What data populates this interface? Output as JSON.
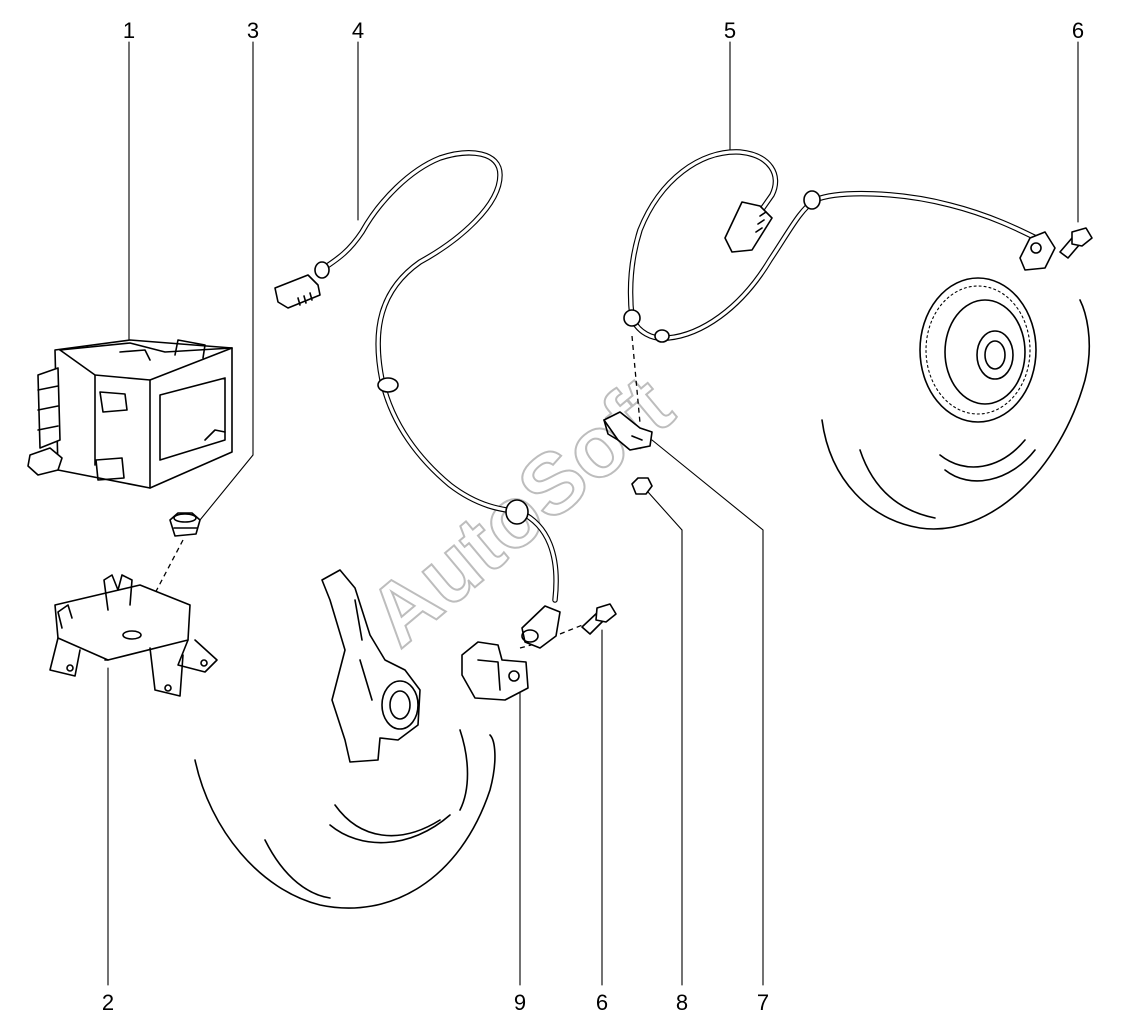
{
  "watermark": "AutoSoft",
  "callouts": {
    "c1": "1",
    "c2": "2",
    "c3": "3",
    "c4": "4",
    "c5": "5",
    "c6_top": "6",
    "c6_bottom": "6",
    "c7": "7",
    "c8": "8",
    "c9": "9"
  }
}
